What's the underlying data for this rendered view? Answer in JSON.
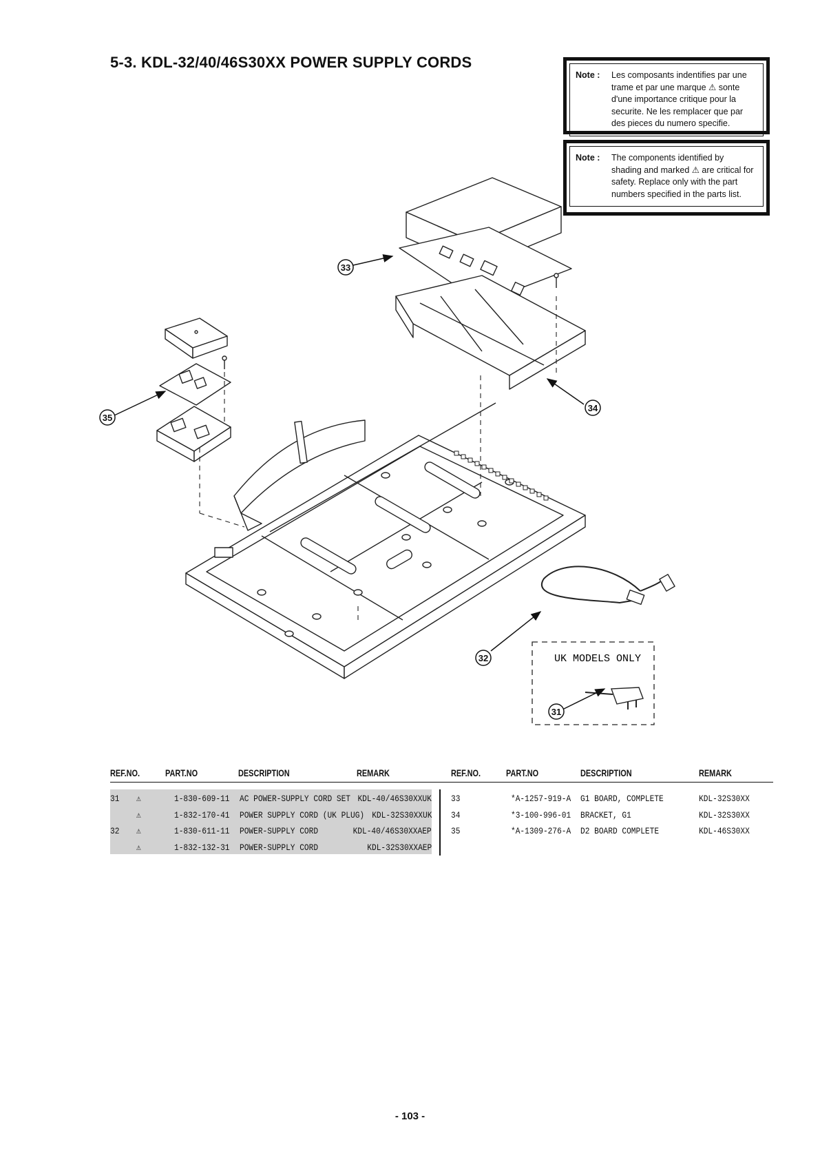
{
  "page": {
    "title": "5-3.  KDL-32/40/46S30XX POWER SUPPLY CORDS",
    "page_number": "- 103 -"
  },
  "notes": {
    "fr": {
      "label": "Note :",
      "text": "Les composants indentifies par une trame et par une marque ⚠ sonte d'une importance critique pour la securite. Ne les remplacer que par des pieces du numero specifie."
    },
    "en": {
      "label": "Note :",
      "text": "The components identified by shading and marked ⚠ are critical for safety. Replace only with the part numbers specified in the parts list."
    }
  },
  "diagram": {
    "callouts": [
      "31",
      "32",
      "33",
      "34",
      "35"
    ],
    "uk_box_label": "UK MODELS ONLY",
    "warning_icon": "warning-triangle-icon"
  },
  "table": {
    "headers": {
      "ref": "REF.NO.",
      "part": "PART.NO",
      "desc": "DESCRIPTION",
      "remark": "REMARK"
    },
    "left_rows": [
      {
        "ref": "31",
        "mark": "⚠",
        "part": "1-830-609-11",
        "desc": "AC POWER-SUPPLY CORD SET",
        "remark": "KDL-40/46S30XXUK"
      },
      {
        "ref": "",
        "mark": "⚠",
        "part": "1-832-170-41",
        "desc": "POWER SUPPLY CORD (UK PLUG)",
        "remark": "KDL-32S30XXUK"
      },
      {
        "ref": "32",
        "mark": "⚠",
        "part": "1-830-611-11",
        "desc": "POWER-SUPPLY CORD",
        "remark": "KDL-40/46S30XXAEP"
      },
      {
        "ref": "",
        "mark": "⚠",
        "part": "1-832-132-31",
        "desc": "POWER-SUPPLY CORD",
        "remark": "KDL-32S30XXAEP"
      }
    ],
    "right_rows": [
      {
        "ref": "33",
        "part": "*A-1257-919-A",
        "desc": "G1 BOARD, COMPLETE",
        "remark": "KDL-32S30XX"
      },
      {
        "ref": "34",
        "part": "*3-100-996-01",
        "desc": "BRACKET, G1",
        "remark": "KDL-32S30XX"
      },
      {
        "ref": "35",
        "part": "*A-1309-276-A",
        "desc": "D2 BOARD COMPLETE",
        "remark": "KDL-46S30XX"
      }
    ]
  }
}
